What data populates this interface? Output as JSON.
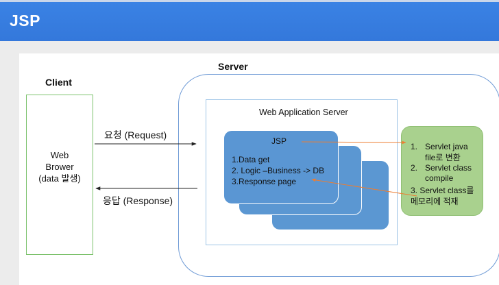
{
  "header": {
    "title": "JSP"
  },
  "diagram": {
    "client_label": "Client",
    "server_label": "Server",
    "browser": {
      "line1": "Web",
      "line2": "Brower",
      "line3": "(data 발생)"
    },
    "request_label": "요청 (Request)",
    "response_label": "응답 (Response)",
    "was_label": "Web Application Server",
    "jsp_card": {
      "title": "JSP",
      "step1": "1.Data get",
      "step2": "2. Logic –Business -> DB",
      "step3": "3.Response page"
    },
    "green_steps": {
      "s1_num": "1.",
      "s1_a": "Servlet java",
      "s1_b": "file로 변환",
      "s2_num": "2.",
      "s2_a": "Servlet class",
      "s2_b": "compile",
      "s3_a": "3. Servlet class를",
      "s3_b": "메모리에 적재"
    },
    "colors": {
      "header": "#3478db",
      "jsp_card": "#5b97d2",
      "green_box": "#a9d18e",
      "client_border": "#7ac16a",
      "server_border": "#6f9bd6",
      "connector": "#ed7d31"
    }
  }
}
